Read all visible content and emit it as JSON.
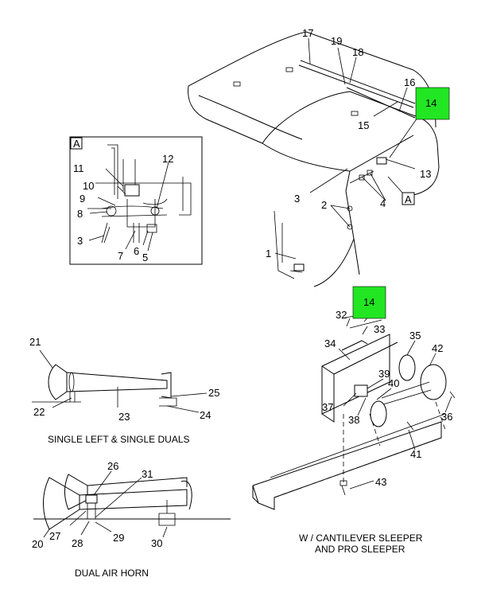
{
  "callouts": {
    "c1": "1",
    "c2": "2",
    "c3a": "3",
    "c3b": "3",
    "c4": "4",
    "c5": "5",
    "c6": "6",
    "c7": "7",
    "c8": "8",
    "c9": "9",
    "c10": "10",
    "c11": "11",
    "c12": "12",
    "c13": "13",
    "c14a": "14",
    "c14b": "14",
    "c15": "15",
    "c16": "16",
    "c17": "17",
    "c18": "18",
    "c19": "19",
    "c20": "20",
    "c21": "21",
    "c22": "22",
    "c23": "23",
    "c24": "24",
    "c25": "25",
    "c26": "26",
    "c27": "27",
    "c28": "28",
    "c29": "29",
    "c30": "30",
    "c31": "31",
    "c32": "32",
    "c33": "33",
    "c34": "34",
    "c35": "35",
    "c36": "36",
    "c37": "37",
    "c38": "38",
    "c39": "39",
    "c40": "40",
    "c41": "41",
    "c42": "42",
    "c43": "43"
  },
  "detail_tag_a1": "A",
  "detail_tag_a2": "A",
  "captions": {
    "single": "SINGLE LEFT & SINGLE DUALS",
    "dual": "DUAL AIR HORN",
    "sleeper_line1": "W / CANTILEVER SLEEPER",
    "sleeper_line2": "AND PRO SLEEPER"
  },
  "colors": {
    "highlight": "#22e622",
    "line": "#000000"
  }
}
